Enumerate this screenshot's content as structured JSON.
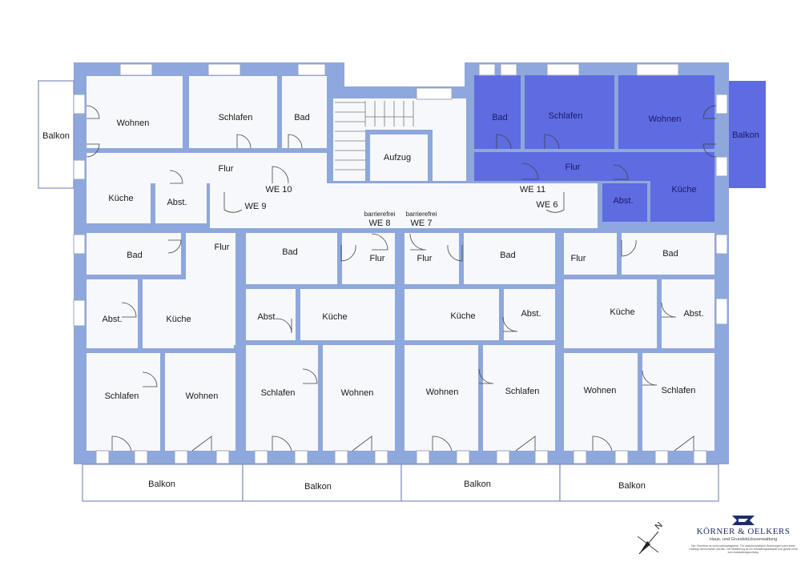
{
  "colors": {
    "wall": "#8ea7dc",
    "floor": "#f7f8fb",
    "highlight": "#5f6be0",
    "brand": "#1c2d6b"
  },
  "rooms": {
    "balkon_nw": "Balkon",
    "wohnen_nw": "Wohnen",
    "schlafen_n": "Schlafen",
    "bad_n": "Bad",
    "flur_n": "Flur",
    "kueche_nw": "Küche",
    "abst_nw": "Abst.",
    "aufzug": "Aufzug",
    "bad_ne": "Bad",
    "schlafen_ne": "Schlafen",
    "wohnen_ne": "Wohnen",
    "balkon_ne": "Balkon",
    "flur_ne": "Flur",
    "abst_ne": "Abst.",
    "kueche_ne": "Küche",
    "bad_w": "Bad",
    "flur_w": "Flur",
    "abst_w": "Abst.",
    "kueche_w": "Küche",
    "schlafen_w": "Schlafen",
    "wohnen_w": "Wohnen",
    "bad_cw": "Bad",
    "flur_cw": "Flur",
    "abst_cw": "Abst.",
    "kueche_cw": "Küche",
    "schlafen_cw": "Schlafen",
    "wohnen_cw": "Wohnen",
    "flur_ce": "Flur",
    "bad_ce": "Bad",
    "kueche_ce": "Küche",
    "abst_ce": "Abst.",
    "wohnen_ce": "Wohnen",
    "schlafen_ce": "Schlafen",
    "flur_e": "Flur",
    "bad_e": "Bad",
    "kueche_e": "Küche",
    "abst_e": "Abst.",
    "wohnen_e": "Wohnen",
    "schlafen_e": "Schlafen",
    "balkon_s1": "Balkon",
    "balkon_s2": "Balkon",
    "balkon_s3": "Balkon",
    "balkon_s4": "Balkon"
  },
  "units": {
    "we10": "WE 10",
    "we9": "WE 9",
    "we8": "WE 8",
    "we7": "WE 7",
    "we11": "WE 11",
    "we6": "WE 6",
    "barrierefrei_8": "barrierefrei",
    "barrierefrei_7": "barrierefrei"
  },
  "compass": {
    "north": "N"
  },
  "logo": {
    "brand": "KÖRNER & OELKERS",
    "subtitle": "Haus- und Grundstücksverwaltung",
    "fine_print": "Der Grundriss ist nicht maßstabsgetreu. Für zwischenzeitliche Änderungen kann keine Haftung übernommen werden. Die Möblierung ist ein Gestaltungsbeispiel und gehört nicht zum Ausstattungsumfang."
  }
}
